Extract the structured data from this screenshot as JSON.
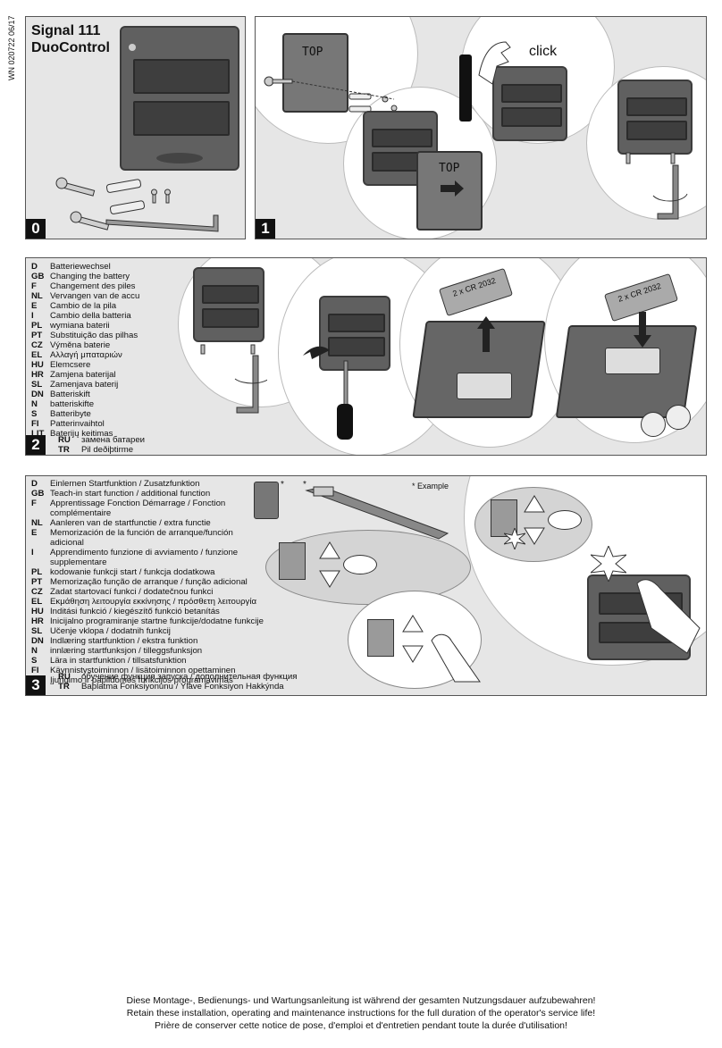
{
  "doc_code": "WN 020722 06/17",
  "product": {
    "line1": "Signal 111",
    "line2": "DuoControl"
  },
  "steps": {
    "s0": "0",
    "s1": "1",
    "s2": "2",
    "s3": "3"
  },
  "panel1": {
    "top1": "TOP",
    "top2": "TOP",
    "click": "click"
  },
  "panel2": {
    "languages": [
      {
        "code": "D",
        "text": "Batteriewechsel"
      },
      {
        "code": "GB",
        "text": "Changing the battery"
      },
      {
        "code": "F",
        "text": "Changement des piles"
      },
      {
        "code": "NL",
        "text": "Vervangen van de accu"
      },
      {
        "code": "E",
        "text": "Cambio de la pila"
      },
      {
        "code": "I",
        "text": "Cambio della batteria"
      },
      {
        "code": "PL",
        "text": "wymiana baterii"
      },
      {
        "code": "PT",
        "text": "Substituição das pilhas"
      },
      {
        "code": "CZ",
        "text": "Výměna baterie"
      },
      {
        "code": "EL",
        "text": "Αλλαγή μπαταριών"
      },
      {
        "code": "HU",
        "text": "Elemcsere"
      },
      {
        "code": "HR",
        "text": "Zamjena baterijal"
      },
      {
        "code": "SL",
        "text": "Zamenjava baterij"
      },
      {
        "code": "DN",
        "text": "Batteriskift"
      },
      {
        "code": "N",
        "text": "batteriskifte"
      },
      {
        "code": "S",
        "text": "Batteribyte"
      },
      {
        "code": "FI",
        "text": "Patterinvaihtol"
      },
      {
        "code": "LIT",
        "text": "Baterijų keitimas"
      }
    ],
    "sub": [
      {
        "code": "RU",
        "text": "замена батареи"
      },
      {
        "code": "TR",
        "text": "Pil deðiþtirme"
      }
    ],
    "battery_label1": "2 x CR 2032",
    "battery_label2": "2 x CR 2032"
  },
  "panel3": {
    "languages": [
      {
        "code": "D",
        "text": "Einlernen Startfunktion / Zusatzfunktion"
      },
      {
        "code": "GB",
        "text": "Teach-in start function / additional function"
      },
      {
        "code": "F",
        "text": "Apprentissage Fonction Démarrage / Fonction complémentaire"
      },
      {
        "code": "NL",
        "text": "Aanleren van de startfunctie / extra functie"
      },
      {
        "code": "E",
        "text": "Memorización de la función de arranque/función adicional"
      },
      {
        "code": "I",
        "text": "Apprendimento funzione di avviamento / funzione supplementare"
      },
      {
        "code": "PL",
        "text": "kodowanie funkcji start / funkcja dodatkowa"
      },
      {
        "code": "PT",
        "text": "Memorização função de arranque / função adicional"
      },
      {
        "code": "CZ",
        "text": "Zadat startovací funkci / dodatečnou funkci"
      },
      {
        "code": "EL",
        "text": "Εκμάθηση λειτουργία εκκίνησης / πρόσθετη λειτουργία"
      },
      {
        "code": "HU",
        "text": "Inditási funkció / kiegészítő funkció betanítás"
      },
      {
        "code": "HR",
        "text": "Inicijalno programiranje startne funkcije/dodatne funkcije"
      },
      {
        "code": "SL",
        "text": "Učenje vklopa / dodatnih funkcij"
      },
      {
        "code": "DN",
        "text": "Indlæring startfunktion / ekstra funktion"
      },
      {
        "code": "N",
        "text": "innlæring startfunksjon / tilleggsfunksjon"
      },
      {
        "code": "S",
        "text": "Lära in startfunktion / tillsatsfunktion"
      },
      {
        "code": "FI",
        "text": "Käynnistystoiminnon / lisätoiminnon opettaminen"
      },
      {
        "code": "LIT",
        "text": "Įjungimo ir papildomos funkcijos programavimas"
      }
    ],
    "sub": [
      {
        "code": "RU",
        "text": "обучение функция запуска / дополнительная функция"
      },
      {
        "code": "TR",
        "text": "Baþlatma Fonksiyonunu / Ýlave Fonksiyon Hakkýnda"
      }
    ],
    "asterisk1": "*",
    "asterisk2": "*",
    "example_note": "* Example"
  },
  "footer": [
    "Diese Montage-, Bedienungs- und Wartungsanleitung ist während der gesamten Nutzungsdauer aufzubewahren!",
    "Retain these installation, operating and maintenance instructions for the full duration of the operator's service life!",
    "Prière de conserver cette notice de pose, d'emploi et d'entretien pendant toute la durée d'utilisation!"
  ]
}
